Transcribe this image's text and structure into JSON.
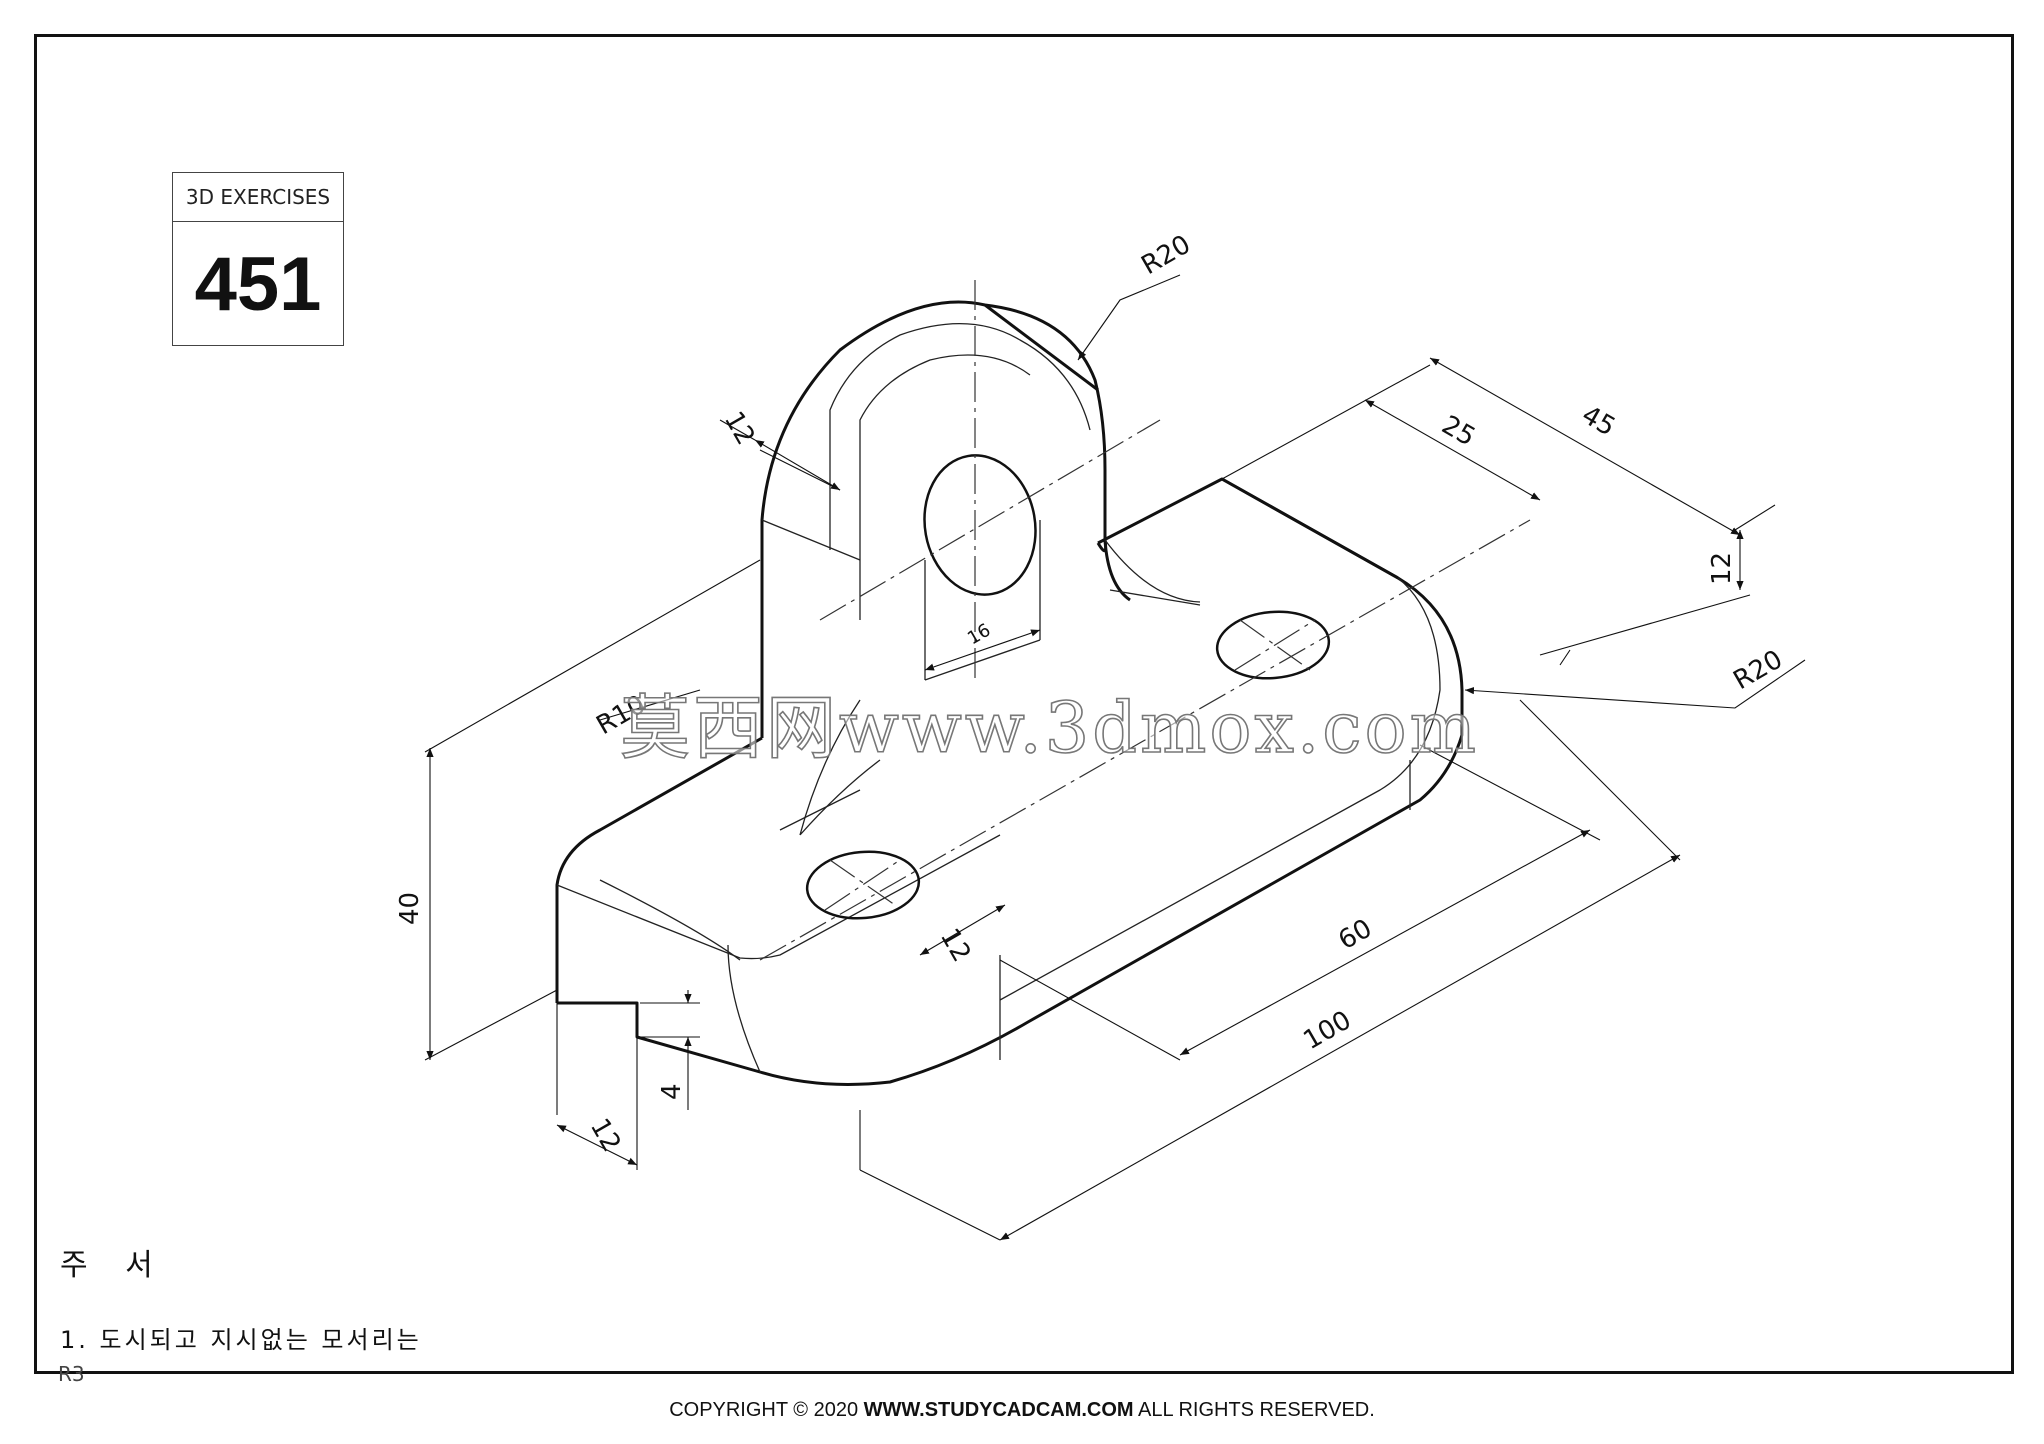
{
  "exercise": {
    "label": "3D EXERCISES",
    "number": "451"
  },
  "dimensions": {
    "r20_top": "R20",
    "r20_right": "R20",
    "r10": "R10",
    "wall_12": "12",
    "d45": "45",
    "d25": "25",
    "h12": "12",
    "hole16": "16",
    "h40": "40",
    "hole12": "12",
    "d60": "60",
    "d100": "100",
    "slot12": "12",
    "slot4": "4"
  },
  "notes": {
    "title": "주 서",
    "line1": "1. 도시되고 지시없는 모서리는",
    "line1_cont": "R3"
  },
  "watermark": "莫西网www.3dmox.com",
  "copyright": {
    "prefix": "COPYRIGHT © 2020 ",
    "site": "WWW.STUDYCADCAM.COM",
    "suffix": " ALL RIGHTS RESERVED."
  }
}
